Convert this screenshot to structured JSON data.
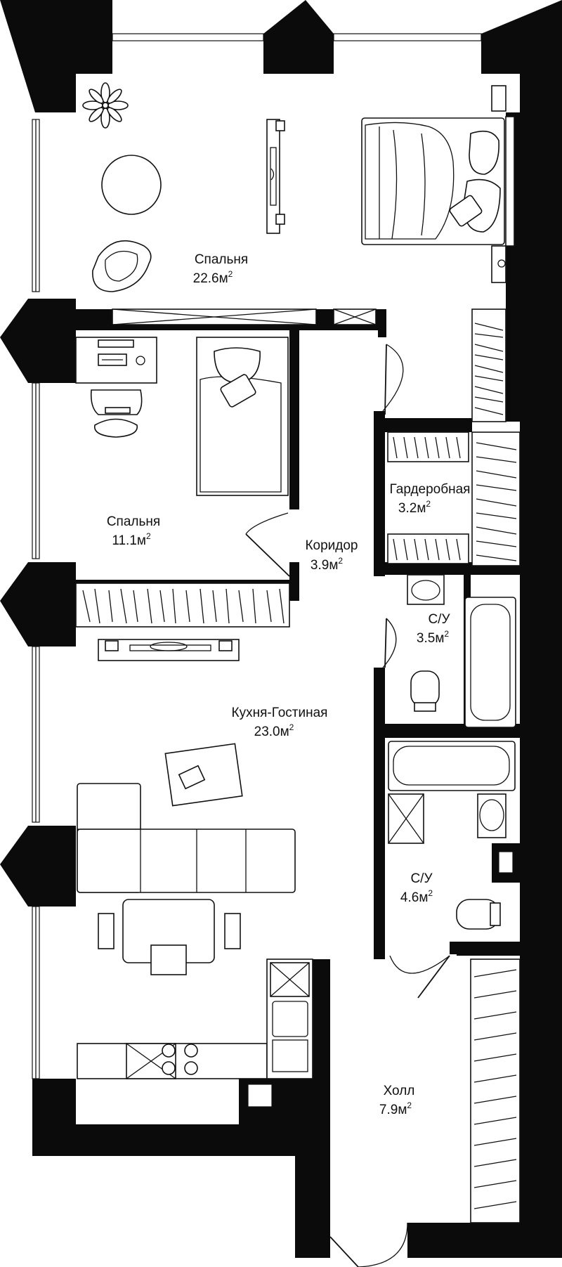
{
  "rooms": [
    {
      "name": "Спальня",
      "area": "22.6м",
      "unit_sup": "2"
    },
    {
      "name": "Спальня",
      "area": "11.1м",
      "unit_sup": "2"
    },
    {
      "name": "Гардеробная",
      "area": "3.2м",
      "unit_sup": "2"
    },
    {
      "name": "Коридор",
      "area": "3.9м",
      "unit_sup": "2"
    },
    {
      "name": "С/У",
      "area": "3.5м",
      "unit_sup": "2"
    },
    {
      "name": "Кухня-Гостиная",
      "area": "23.0м",
      "unit_sup": "2"
    },
    {
      "name": "С/У",
      "area": "4.6м",
      "unit_sup": "2"
    },
    {
      "name": "Холл",
      "area": "7.9м",
      "unit_sup": "2"
    }
  ],
  "colors": {
    "wall": "#0b0b0b",
    "line": "#111111",
    "background": "#ffffff"
  }
}
